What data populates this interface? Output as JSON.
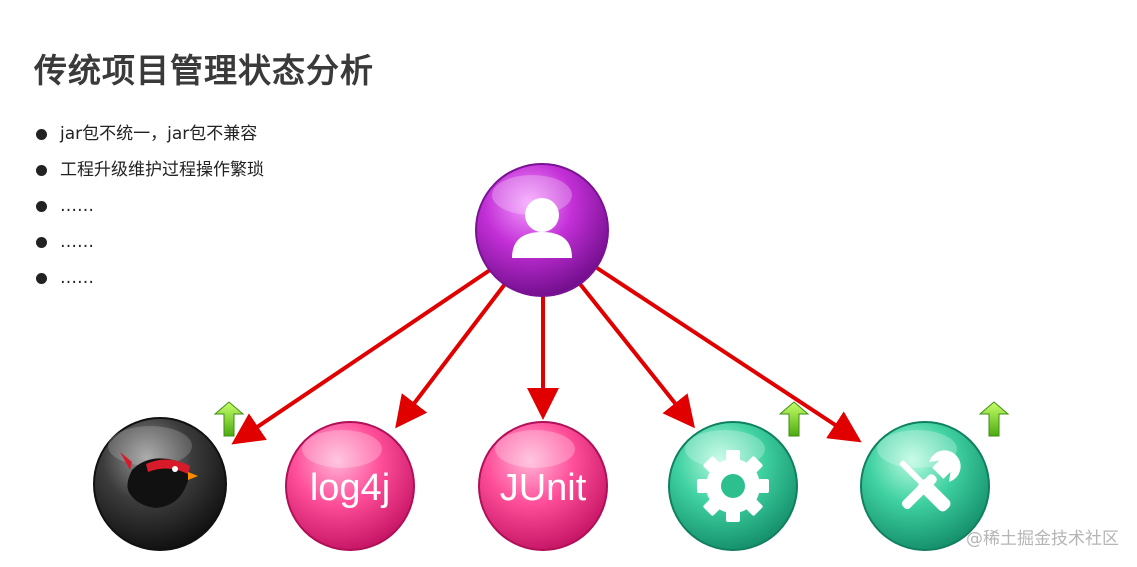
{
  "title": "传统项目管理状态分析",
  "bullets": [
    "jar包不统一，jar包不兼容",
    "工程升级维护过程操作繁琐",
    "……",
    "……",
    "……"
  ],
  "nodes": {
    "user": {
      "icon": "user-icon",
      "color": "#a020c0"
    },
    "items": [
      {
        "name": "ninja-bird",
        "icon": "ninja-bird-icon",
        "label": "",
        "color": "#2e2e2e",
        "upgrade": true
      },
      {
        "name": "log4j",
        "icon": "",
        "label": "log4j",
        "color": "#e8307a",
        "upgrade": false
      },
      {
        "name": "junit",
        "icon": "",
        "label": "JUnit",
        "color": "#e8307a",
        "upgrade": false
      },
      {
        "name": "settings",
        "icon": "gear-icon",
        "label": "",
        "color": "#2ebf8f",
        "upgrade": true
      },
      {
        "name": "tools",
        "icon": "wrench-screwdriver-icon",
        "label": "",
        "color": "#2ebf8f",
        "upgrade": true
      }
    ]
  },
  "colors": {
    "arrow": "#e00000",
    "upgrade_arrow": "#7ed321"
  },
  "watermark": "@稀土掘金技术社区"
}
